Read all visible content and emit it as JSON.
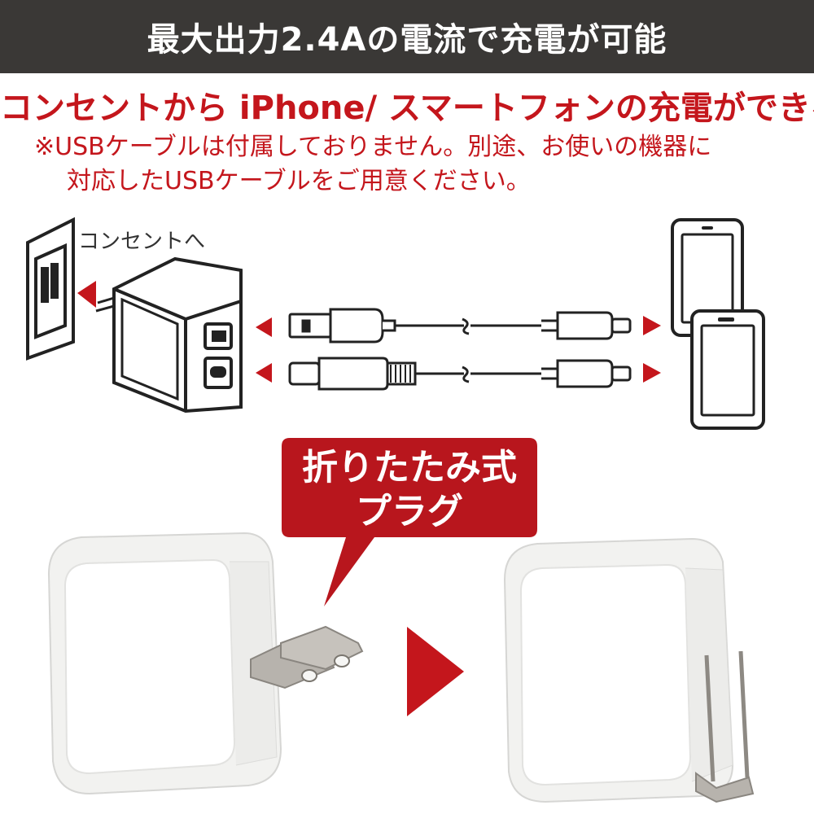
{
  "banner": {
    "title": "最大出力2.4Aの電流で充電が可能"
  },
  "headline": {
    "text": "コンセントから iPhone/ スマートフォンの充電ができる"
  },
  "note": {
    "line1": "※USBケーブルは付属しておりません。別途、お使いの機器に",
    "line2": "対応したUSBケーブルをご用意ください。"
  },
  "diagram": {
    "outlet_label": "コンセントへ"
  },
  "callout": {
    "line1": "折りたたみ式",
    "line2": "プラグ"
  },
  "colors": {
    "accent_red": "#c4161c",
    "banner_bg": "#3a3836"
  }
}
